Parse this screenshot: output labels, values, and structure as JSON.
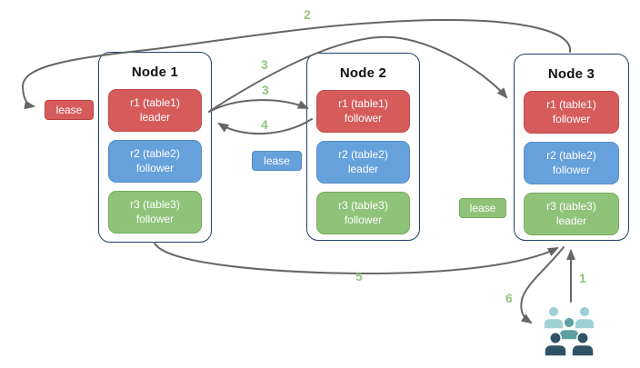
{
  "nodes": [
    {
      "title": "Node 1",
      "replicas": [
        {
          "name": "r1 (table1)",
          "role": "leader",
          "color": "red"
        },
        {
          "name": "r2 (table2)",
          "role": "follower",
          "color": "blue"
        },
        {
          "name": "r3 (table3)",
          "role": "follower",
          "color": "green"
        }
      ]
    },
    {
      "title": "Node 2",
      "replicas": [
        {
          "name": "r1 (table1)",
          "role": "follower",
          "color": "red"
        },
        {
          "name": "r2 (table2)",
          "role": "leader",
          "color": "blue"
        },
        {
          "name": "r3 (table3)",
          "role": "follower",
          "color": "green"
        }
      ]
    },
    {
      "title": "Node 3",
      "replicas": [
        {
          "name": "r1 (table1)",
          "role": "follower",
          "color": "red"
        },
        {
          "name": "r2 (table2)",
          "role": "follower",
          "color": "blue"
        },
        {
          "name": "r3 (table3)",
          "role": "leader",
          "color": "green"
        }
      ]
    }
  ],
  "leases": [
    {
      "label": "lease",
      "color": "#d65c5c"
    },
    {
      "label": "lease",
      "color": "#66a1dc"
    },
    {
      "label": "lease",
      "color": "#90c37a"
    }
  ],
  "steps": {
    "1": "1",
    "2": "2",
    "3a": "3",
    "3b": "3",
    "4": "4",
    "5": "5",
    "6": "6"
  },
  "icons": {
    "users": "users-group-icon"
  },
  "colors": {
    "red": "#d65c5c",
    "blue": "#66a1dc",
    "green": "#90c37a",
    "node_border": "#23406c",
    "arrow": "#666666",
    "step_label": "#93c47d",
    "users_light": "#9ed1d3",
    "users_mid": "#5e9ea4",
    "users_dark": "#2f5266"
  }
}
